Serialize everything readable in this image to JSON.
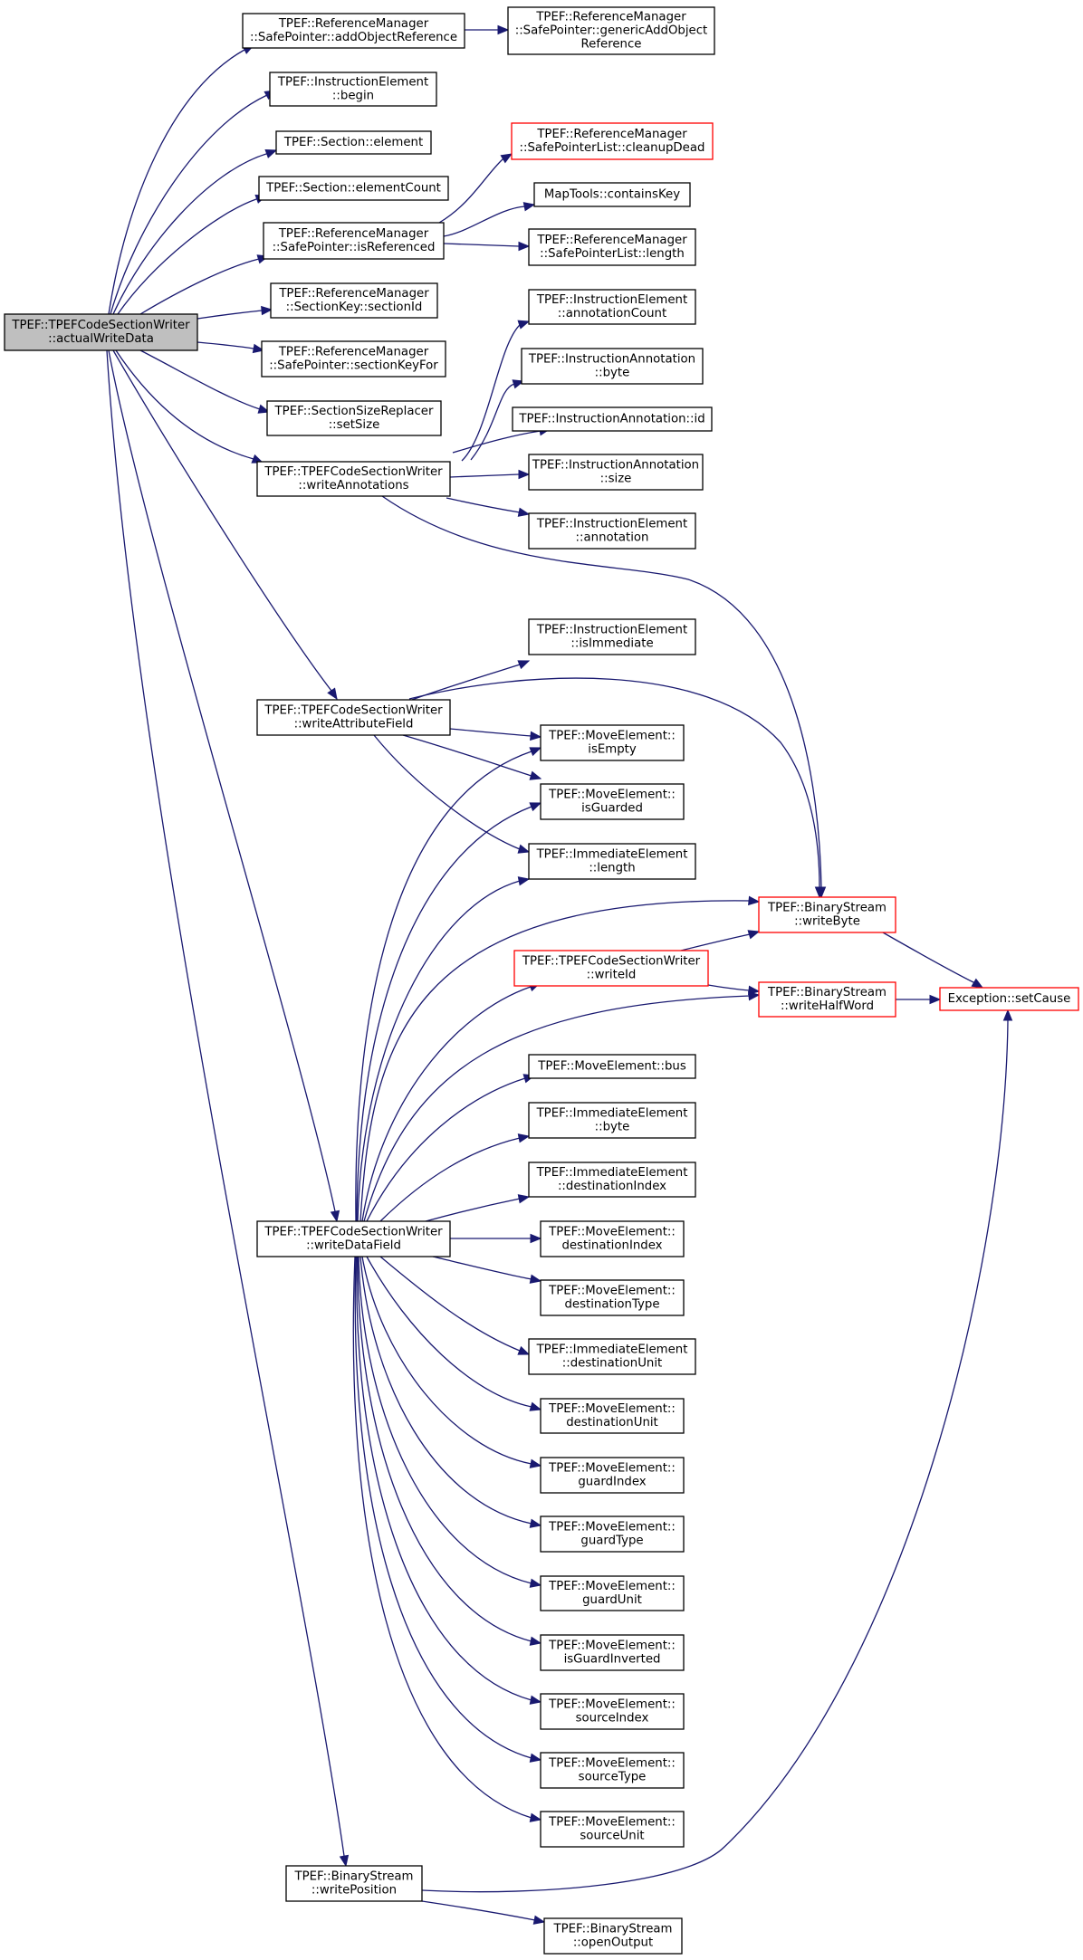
{
  "diagram": {
    "type": "call-graph",
    "nodes": [
      {
        "id": "n0",
        "lines": [
          "TPEF::TPEFCodeSectionWriter",
          "::actualWriteData"
        ],
        "root": true
      },
      {
        "id": "n1",
        "lines": [
          "TPEF::ReferenceManager",
          "::SafePointer::addObjectReference"
        ]
      },
      {
        "id": "n2",
        "lines": [
          "TPEF::ReferenceManager",
          "::SafePointer::genericAddObject",
          "Reference"
        ]
      },
      {
        "id": "n3",
        "lines": [
          "TPEF::InstructionElement",
          "::begin"
        ]
      },
      {
        "id": "n4",
        "lines": [
          "TPEF::Section::element"
        ]
      },
      {
        "id": "n5",
        "lines": [
          "TPEF::Section::elementCount"
        ]
      },
      {
        "id": "n6",
        "lines": [
          "TPEF::ReferenceManager",
          "::SafePointer::isReferenced"
        ]
      },
      {
        "id": "n7",
        "lines": [
          "TPEF::ReferenceManager",
          "::SafePointerList::cleanupDead"
        ],
        "red": true
      },
      {
        "id": "n8",
        "lines": [
          "MapTools::containsKey"
        ]
      },
      {
        "id": "n9",
        "lines": [
          "TPEF::ReferenceManager",
          "::SafePointerList::length"
        ]
      },
      {
        "id": "n10",
        "lines": [
          "TPEF::ReferenceManager",
          "::SectionKey::sectionId"
        ]
      },
      {
        "id": "n11",
        "lines": [
          "TPEF::ReferenceManager",
          "::SafePointer::sectionKeyFor"
        ]
      },
      {
        "id": "n12",
        "lines": [
          "TPEF::SectionSizeReplacer",
          "::setSize"
        ]
      },
      {
        "id": "n13",
        "lines": [
          "TPEF::TPEFCodeSectionWriter",
          "::writeAnnotations"
        ]
      },
      {
        "id": "n14",
        "lines": [
          "TPEF::InstructionElement",
          "::annotationCount"
        ]
      },
      {
        "id": "n15",
        "lines": [
          "TPEF::InstructionAnnotation",
          "::byte"
        ]
      },
      {
        "id": "n16",
        "lines": [
          "TPEF::InstructionAnnotation::id"
        ]
      },
      {
        "id": "n17",
        "lines": [
          "TPEF::InstructionAnnotation",
          "::size"
        ]
      },
      {
        "id": "n18",
        "lines": [
          "TPEF::InstructionElement",
          "::annotation"
        ]
      },
      {
        "id": "n19",
        "lines": [
          "TPEF::InstructionElement",
          "::isImmediate"
        ]
      },
      {
        "id": "n20",
        "lines": [
          "TPEF::TPEFCodeSectionWriter",
          "::writeAttributeField"
        ]
      },
      {
        "id": "n21",
        "lines": [
          "TPEF::MoveElement::",
          "isEmpty"
        ]
      },
      {
        "id": "n22",
        "lines": [
          "TPEF::MoveElement::",
          "isGuarded"
        ]
      },
      {
        "id": "n23",
        "lines": [
          "TPEF::ImmediateElement",
          "::length"
        ]
      },
      {
        "id": "n24",
        "lines": [
          "TPEF::BinaryStream",
          "::writeByte"
        ],
        "red": true
      },
      {
        "id": "n25",
        "lines": [
          "TPEF::TPEFCodeSectionWriter",
          "::writeId"
        ],
        "red": true
      },
      {
        "id": "n26",
        "lines": [
          "TPEF::BinaryStream",
          "::writeHalfWord"
        ],
        "red": true
      },
      {
        "id": "n27",
        "lines": [
          "Exception::setCause"
        ],
        "red": true
      },
      {
        "id": "n28",
        "lines": [
          "TPEF::MoveElement::bus"
        ]
      },
      {
        "id": "n29",
        "lines": [
          "TPEF::ImmediateElement",
          "::byte"
        ]
      },
      {
        "id": "n30",
        "lines": [
          "TPEF::ImmediateElement",
          "::destinationIndex"
        ]
      },
      {
        "id": "n31",
        "lines": [
          "TPEF::TPEFCodeSectionWriter",
          "::writeDataField"
        ]
      },
      {
        "id": "n32",
        "lines": [
          "TPEF::MoveElement::",
          "destinationIndex"
        ]
      },
      {
        "id": "n33",
        "lines": [
          "TPEF::MoveElement::",
          "destinationType"
        ]
      },
      {
        "id": "n34",
        "lines": [
          "TPEF::ImmediateElement",
          "::destinationUnit"
        ]
      },
      {
        "id": "n35",
        "lines": [
          "TPEF::MoveElement::",
          "destinationUnit"
        ]
      },
      {
        "id": "n36",
        "lines": [
          "TPEF::MoveElement::",
          "guardIndex"
        ]
      },
      {
        "id": "n37",
        "lines": [
          "TPEF::MoveElement::",
          "guardType"
        ]
      },
      {
        "id": "n38",
        "lines": [
          "TPEF::MoveElement::",
          "guardUnit"
        ]
      },
      {
        "id": "n39",
        "lines": [
          "TPEF::MoveElement::",
          "isGuardInverted"
        ]
      },
      {
        "id": "n40",
        "lines": [
          "TPEF::MoveElement::",
          "sourceIndex"
        ]
      },
      {
        "id": "n41",
        "lines": [
          "TPEF::MoveElement::",
          "sourceType"
        ]
      },
      {
        "id": "n42",
        "lines": [
          "TPEF::MoveElement::",
          "sourceUnit"
        ]
      },
      {
        "id": "n43",
        "lines": [
          "TPEF::BinaryStream",
          "::writePosition"
        ]
      },
      {
        "id": "n44",
        "lines": [
          "TPEF::BinaryStream",
          "::openOutput"
        ]
      }
    ],
    "edges": [
      [
        "n0",
        "n1"
      ],
      [
        "n0",
        "n3"
      ],
      [
        "n0",
        "n4"
      ],
      [
        "n0",
        "n5"
      ],
      [
        "n0",
        "n6"
      ],
      [
        "n0",
        "n10"
      ],
      [
        "n0",
        "n11"
      ],
      [
        "n0",
        "n12"
      ],
      [
        "n0",
        "n13"
      ],
      [
        "n0",
        "n20"
      ],
      [
        "n0",
        "n31"
      ],
      [
        "n0",
        "n43"
      ],
      [
        "n1",
        "n2"
      ],
      [
        "n6",
        "n7"
      ],
      [
        "n6",
        "n8"
      ],
      [
        "n6",
        "n9"
      ],
      [
        "n13",
        "n14"
      ],
      [
        "n13",
        "n15"
      ],
      [
        "n13",
        "n16"
      ],
      [
        "n13",
        "n17"
      ],
      [
        "n13",
        "n18"
      ],
      [
        "n13",
        "n24"
      ],
      [
        "n20",
        "n19"
      ],
      [
        "n20",
        "n24"
      ],
      [
        "n20",
        "n21"
      ],
      [
        "n20",
        "n22"
      ],
      [
        "n20",
        "n23"
      ],
      [
        "n24",
        "n27"
      ],
      [
        "n25",
        "n24"
      ],
      [
        "n25",
        "n26"
      ],
      [
        "n26",
        "n27"
      ],
      [
        "n31",
        "n21"
      ],
      [
        "n31",
        "n22"
      ],
      [
        "n31",
        "n23"
      ],
      [
        "n31",
        "n24"
      ],
      [
        "n31",
        "n25"
      ],
      [
        "n31",
        "n26"
      ],
      [
        "n31",
        "n28"
      ],
      [
        "n31",
        "n29"
      ],
      [
        "n31",
        "n30"
      ],
      [
        "n31",
        "n32"
      ],
      [
        "n31",
        "n33"
      ],
      [
        "n31",
        "n34"
      ],
      [
        "n31",
        "n35"
      ],
      [
        "n31",
        "n36"
      ],
      [
        "n31",
        "n37"
      ],
      [
        "n31",
        "n38"
      ],
      [
        "n31",
        "n39"
      ],
      [
        "n31",
        "n40"
      ],
      [
        "n31",
        "n41"
      ],
      [
        "n31",
        "n42"
      ],
      [
        "n43",
        "n27"
      ],
      [
        "n43",
        "n44"
      ]
    ]
  }
}
